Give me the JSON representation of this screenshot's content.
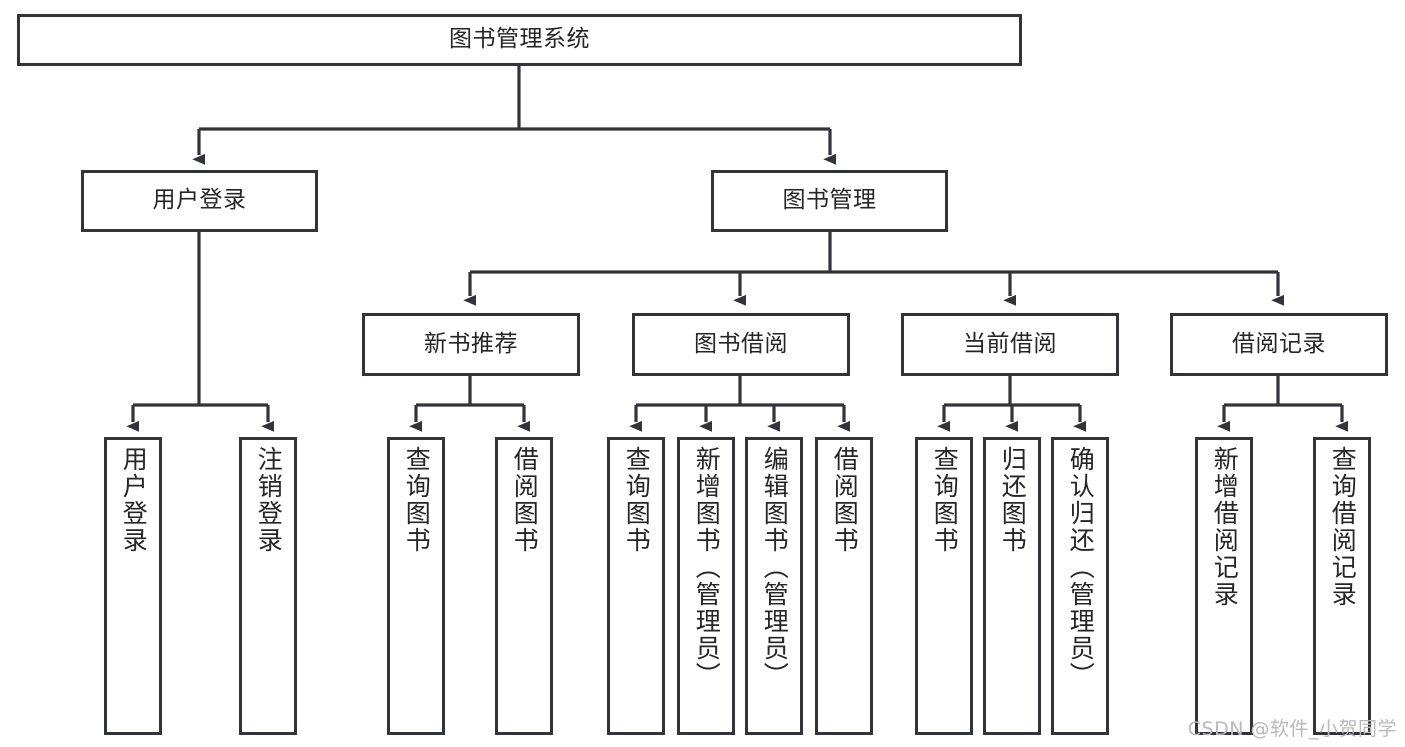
{
  "diagram": {
    "title": "图书管理系统",
    "type": "tree-hierarchy-diagram",
    "stroke_color": "#33333a",
    "fill_color": "#ffffff",
    "text_color": "#262626",
    "levels": {
      "root": {
        "label": "图书管理系统"
      },
      "level2": [
        {
          "label": "用户登录"
        },
        {
          "label": "图书管理"
        }
      ],
      "level3": [
        {
          "label": "新书推荐"
        },
        {
          "label": "图书借阅"
        },
        {
          "label": "当前借阅"
        },
        {
          "label": "借阅记录"
        }
      ],
      "leaves": [
        {
          "label": "用户登录",
          "parent": "用户登录"
        },
        {
          "label": "注销登录",
          "parent": "用户登录"
        },
        {
          "label": "查询图书",
          "parent": "新书推荐"
        },
        {
          "label": "借阅图书",
          "parent": "新书推荐"
        },
        {
          "label": "查询图书",
          "parent": "图书借阅"
        },
        {
          "label": "新增图书（管理员）",
          "parent": "图书借阅"
        },
        {
          "label": "编辑图书（管理员）",
          "parent": "图书借阅"
        },
        {
          "label": "借阅图书",
          "parent": "图书借阅"
        },
        {
          "label": "查询图书",
          "parent": "当前借阅"
        },
        {
          "label": "归还图书",
          "parent": "当前借阅"
        },
        {
          "label": "确认归还（管理员）",
          "parent": "当前借阅"
        },
        {
          "label": "新增借阅记录",
          "parent": "借阅记录"
        },
        {
          "label": "查询借阅记录",
          "parent": "借阅记录"
        }
      ]
    }
  },
  "watermark": {
    "text": "CSDN @软件_小贺同学"
  }
}
